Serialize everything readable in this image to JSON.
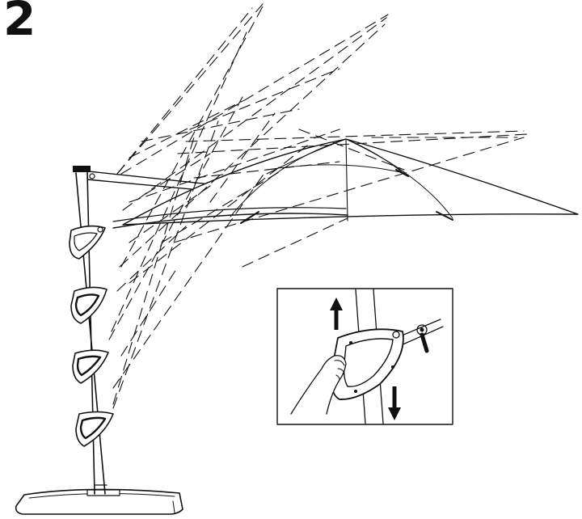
{
  "step": {
    "number": "2"
  },
  "colors": {
    "ink": "#111111",
    "background": "#ffffff"
  },
  "illustration": {
    "subject": "cantilever-umbrella-tilt-positions",
    "handle_positions": 4,
    "detail_inset": {
      "arrows": [
        "up",
        "down"
      ]
    }
  }
}
